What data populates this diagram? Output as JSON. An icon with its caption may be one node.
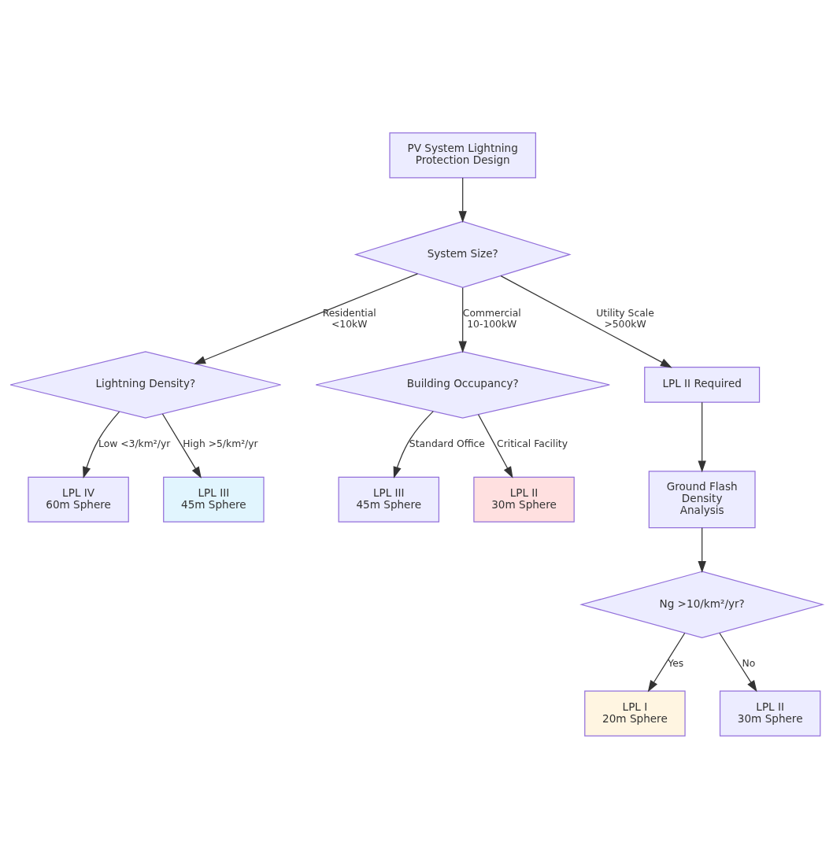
{
  "diagram": {
    "nodes": [
      {
        "text": [
          "PV System Lightning Protection Design"
        ]
      },
      {
        "text": [
          "System Size?"
        ]
      },
      {
        "text": [
          "Lightning Density?"
        ]
      },
      {
        "text": [
          "Building Occupancy?"
        ]
      },
      {
        "text": [
          "LPL II Required"
        ]
      },
      {
        "text": [
          "LPL IV",
          "60m Sphere"
        ]
      },
      {
        "text": [
          "LPL III",
          "45m Sphere"
        ]
      },
      {
        "text": [
          "LPL III",
          "45m Sphere"
        ]
      },
      {
        "text": [
          "LPL II",
          "30m Sphere"
        ]
      },
      {
        "text": [
          "Ground Flash Density Analysis"
        ]
      },
      {
        "text": [
          "Ng >10/km²/yr?"
        ]
      },
      {
        "text": [
          "LPL I",
          "20m Sphere"
        ]
      },
      {
        "text": [
          "LPL II",
          "30m Sphere"
        ]
      }
    ],
    "edges": [
      {
        "from": 0,
        "to": 1,
        "arrow": "to"
      },
      {
        "from": 1,
        "to": 2,
        "arrow": "to",
        "label": "Residential <10kW"
      },
      {
        "from": 1,
        "to": 3,
        "arrow": "to",
        "label": "Commercial 10-100kW"
      },
      {
        "from": 1,
        "to": 4,
        "arrow": "to",
        "label": "Utility Scale >500kW"
      },
      {
        "from": 2,
        "to": 5,
        "arrow": "to",
        "label": "Low <3/km²/yr"
      },
      {
        "from": 2,
        "to": 6,
        "arrow": "to",
        "label": "High >5/km²/yr"
      },
      {
        "from": 3,
        "to": 7,
        "arrow": "to",
        "label": "Standard Office"
      },
      {
        "from": 3,
        "to": 8,
        "arrow": "to",
        "label": "Critical Facility"
      },
      {
        "from": 4,
        "to": 9,
        "arrow": "to"
      },
      {
        "from": 9,
        "to": 10,
        "arrow": "to"
      },
      {
        "from": 10,
        "to": 11,
        "arrow": "to",
        "label": "Yes"
      },
      {
        "from": 10,
        "to": 12,
        "arrow": "to",
        "label": "No"
      }
    ]
  }
}
